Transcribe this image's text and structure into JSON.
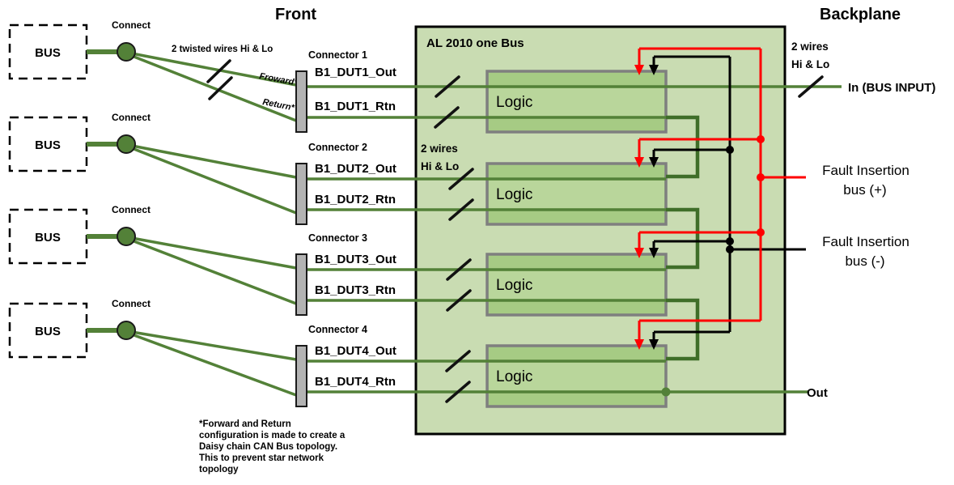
{
  "colors": {
    "bg": "#ffffff",
    "text": "#000000",
    "wire": "#538138",
    "wire-dark": "#3f6e29",
    "panel": "#c9dcb2",
    "logic": "#a6cb84",
    "logic-mid": "#b9d69b",
    "logic-border": "#7f7f7f",
    "connector": "#b3b3b3",
    "node": "#538138",
    "red": "#ff0000",
    "black": "#000000"
  },
  "titles": {
    "front": "Front",
    "backplane": "Backplane"
  },
  "front": {
    "twisted_wires_label": "2 twisted wires Hi & Lo",
    "forward_label": "Froward*",
    "return_label": "Return*"
  },
  "rows": [
    {
      "bus_label": "BUS",
      "connect_label": "Connect",
      "connector_label": "Connector 1",
      "out_label": "B1_DUT1_Out",
      "rtn_label": "B1_DUT1_Rtn"
    },
    {
      "bus_label": "BUS",
      "connect_label": "Connect",
      "connector_label": "Connector 2",
      "out_label": "B1_DUT2_Out",
      "rtn_label": "B1_DUT2_Rtn"
    },
    {
      "bus_label": "BUS",
      "connect_label": "Connect",
      "connector_label": "Connector 3",
      "out_label": "B1_DUT3_Out",
      "rtn_label": "B1_DUT3_Rtn"
    },
    {
      "bus_label": "BUS",
      "connect_label": "Connect",
      "connector_label": "Connector 4",
      "out_label": "B1_DUT4_Out",
      "rtn_label": "B1_DUT4_Rtn"
    }
  ],
  "panel": {
    "title": "AL 2010 one Bus",
    "logic_label": "Logic",
    "wires_label": {
      "line1": "2 wires",
      "line2": "Hi & Lo"
    }
  },
  "backplane": {
    "wires_label": {
      "line1": "2 wires",
      "line2": "Hi & Lo"
    },
    "in_label": "In (BUS INPUT)",
    "fault_plus": {
      "line1": "Fault Insertion",
      "line2": "bus (+)"
    },
    "fault_minus": {
      "line1": "Fault Insertion",
      "line2": "bus (-)"
    },
    "out_label": "Out"
  },
  "footnote": {
    "lines": [
      "*Forward and Return",
      "configuration is made to create a",
      "Daisy chain CAN Bus topology.",
      "This to prevent star network",
      "topology"
    ]
  }
}
